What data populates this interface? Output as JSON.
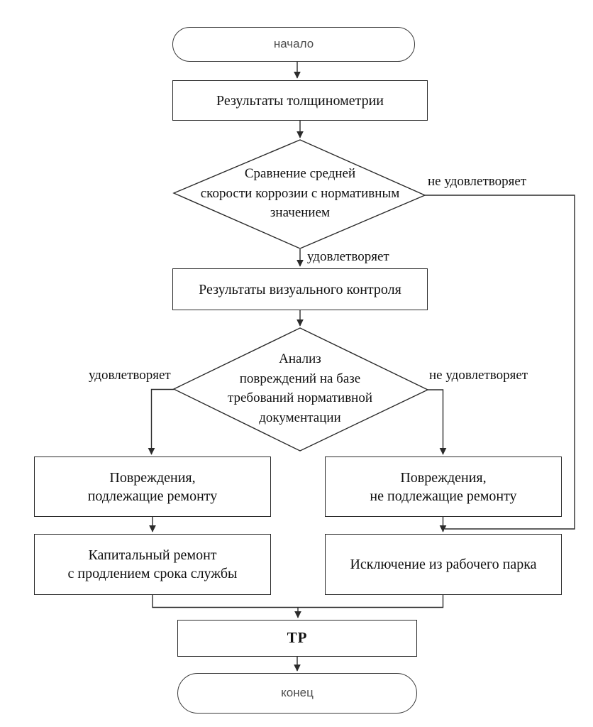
{
  "diagram": {
    "nodes": {
      "start": {
        "label": "начало"
      },
      "thickness_results": {
        "label": "Результаты толщинометрии"
      },
      "decision_corrosion": {
        "lines": [
          "Сравнение средней",
          "скорости коррозии с нормативным",
          "значением"
        ]
      },
      "visual_results": {
        "label": "Результаты визуального контроля"
      },
      "decision_damage": {
        "lines": [
          "Анализ",
          "повреждений на базе",
          "требований нормативной",
          "документации"
        ]
      },
      "damage_repairable": {
        "lines": [
          "Повреждения,",
          "подлежащие ремонту"
        ]
      },
      "damage_nonrepairable": {
        "lines": [
          "Повреждения,",
          "не подлежащие ремонту"
        ]
      },
      "overhaul": {
        "lines": [
          "Капитальный ремонт",
          "с продлением срока службы"
        ]
      },
      "exclusion": {
        "label": "Исключение из рабочего парка"
      },
      "tr": {
        "label": "ТР"
      },
      "end": {
        "label": "конец"
      }
    },
    "edge_labels": {
      "decision1_no": "не удовлетворяет",
      "decision1_yes": "удовлетворяет",
      "decision2_yes": "удовлетворяет",
      "decision2_no": "не удовлетворяет"
    },
    "colors": {
      "line": "#2b2b2b",
      "background": "#ffffff",
      "text": "#111111",
      "terminator_text": "#4d4d4d"
    }
  }
}
